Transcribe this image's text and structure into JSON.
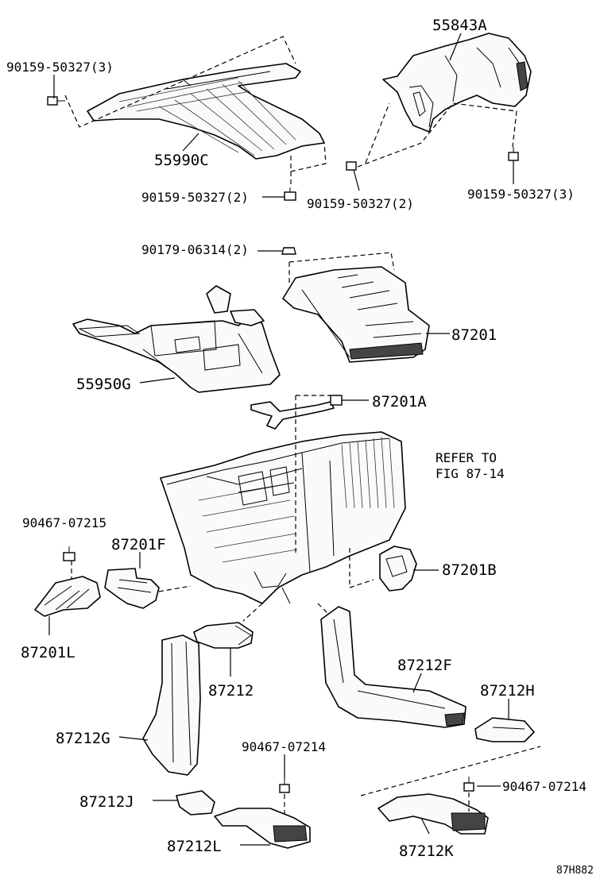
{
  "labels": {
    "p_90159_tl": "90159-50327(3)",
    "p_55843A": "55843A",
    "p_55990C": "55990C",
    "p_90159_c2": "90159-50327(2)",
    "p_90159_r2": "90159-50327(2)",
    "p_90159_r3": "90159-50327(3)",
    "p_90179": "90179-06314(2)",
    "p_87201": "87201",
    "p_55950G": "55950G",
    "p_87201A": "87201A",
    "refer_line1": "REFER TO",
    "refer_line2": "FIG 87-14",
    "p_90467_07215": "90467-07215",
    "p_87201F": "87201F",
    "p_87201B": "87201B",
    "p_87201L": "87201L",
    "p_87212": "87212",
    "p_87212F": "87212F",
    "p_87212H": "87212H",
    "p_87212G": "87212G",
    "p_90467_07214_c": "90467-07214",
    "p_90467_07214_r": "90467-07214",
    "p_87212J": "87212J",
    "p_87212L": "87212L",
    "p_87212K": "87212K",
    "figure_id": "87H882"
  },
  "icons": {
    "bolt": "hex-bolt-icon",
    "nut": "clip-nut-icon"
  }
}
